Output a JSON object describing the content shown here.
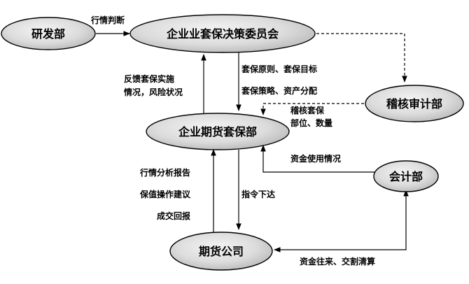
{
  "nodes": {
    "rd": "研发部",
    "committee": "企业业套保决策委员会",
    "hedge_dept": "企业期货套保部",
    "audit": "稽核审计部",
    "accounting": "会计部",
    "futures_co": "期货公司"
  },
  "edges": {
    "rd_to_committee": "行情判断",
    "committee_to_hedge_1": "套保原则、套保目标",
    "committee_to_hedge_2": "套保策略、资产分配",
    "hedge_to_committee_1": "反馈套保实施",
    "hedge_to_committee_2": "情况，风险状况",
    "audit_to_hedge_1": "稽核套保",
    "audit_to_hedge_2": "部位、数量",
    "accounting_to_hedge": "资金使用情况",
    "futures_to_hedge_1": "行情分析报告",
    "futures_to_hedge_2": "保值操作建议",
    "futures_to_hedge_3": "成交回报",
    "hedge_to_futures": "指令下达",
    "accounting_futures": "资金往来、交割清算"
  }
}
